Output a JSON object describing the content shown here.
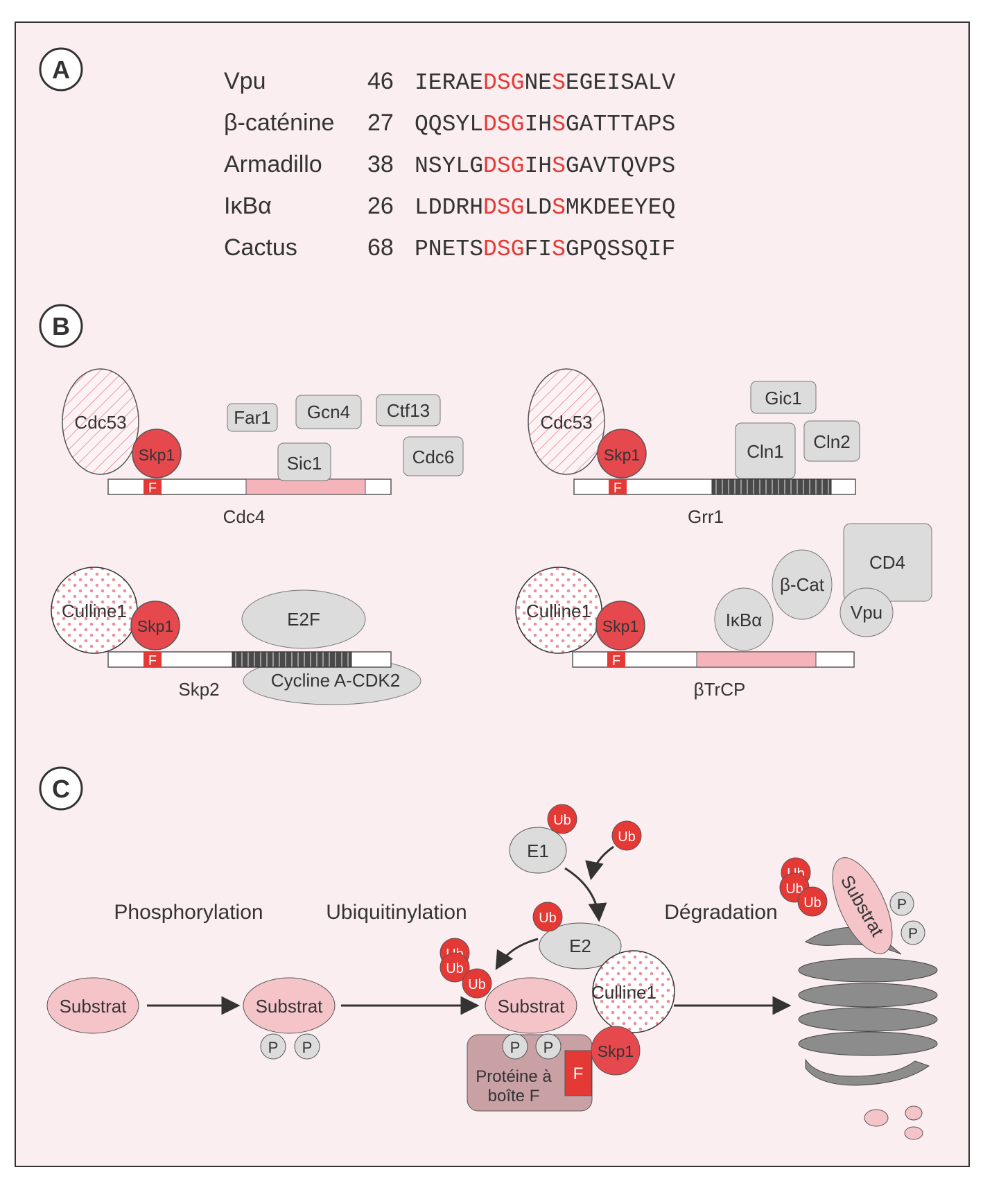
{
  "panel_labels": {
    "a": "A",
    "b": "B",
    "c": "C"
  },
  "sequences": [
    {
      "name": "Vpu",
      "start": "46",
      "pre": "IERAE",
      "motif": "DSG",
      "mid": "NE",
      "s2": "S",
      "post": "EGEISALV"
    },
    {
      "name": "β-caténine",
      "start": "27",
      "pre": "QQSYL",
      "motif": "DSG",
      "mid": "IH",
      "s2": "S",
      "post": "GATTTAPS"
    },
    {
      "name": "Armadillo",
      "start": "38",
      "pre": "NSYLG",
      "motif": "DSG",
      "mid": "IH",
      "s2": "S",
      "post": "GAVTQVPS"
    },
    {
      "name": "IκBα",
      "start": "26",
      "pre": "LDDRH",
      "motif": "DSG",
      "mid": "LD",
      "s2": "S",
      "post": "MKDEEYEQ"
    },
    {
      "name": "Cactus",
      "start": "68",
      "pre": "PNETS",
      "motif": "DSG",
      "mid": "FI",
      "s2": "S",
      "post": "GPQSSQIF"
    }
  ],
  "panel_b": {
    "cdc4": {
      "cullin": "Cdc53",
      "skp1": "Skp1",
      "fbox": "F",
      "name": "Cdc4",
      "substrates": [
        "Far1",
        "Gcn4",
        "Ctf13",
        "Sic1",
        "Cdc6"
      ]
    },
    "grr1": {
      "cullin": "Cdc53",
      "skp1": "Skp1",
      "fbox": "F",
      "name": "Grr1",
      "substrates": [
        "Gic1",
        "Cln1",
        "Cln2"
      ]
    },
    "skp2": {
      "cullin": "Culline1",
      "skp1": "Skp1",
      "fbox": "F",
      "name": "Skp2",
      "substrates": [
        "E2F",
        "Cycline A-CDK2"
      ]
    },
    "btrcp": {
      "cullin": "Culline1",
      "skp1": "Skp1",
      "fbox": "F",
      "name": "βTrCP",
      "substrates": [
        "IκBα",
        "β-Cat",
        "CD4",
        "Vpu"
      ]
    }
  },
  "panel_c": {
    "steps": [
      "Phosphorylation",
      "Ubiquitinylation",
      "Dégradation"
    ],
    "substrate": "Substrat",
    "phospho": "P",
    "ub": "Ub",
    "e1": "E1",
    "e2": "E2",
    "cullin": "Culline1",
    "skp1": "Skp1",
    "fbox": "F",
    "fbox_protein_line1": "Protéine à",
    "fbox_protein_line2": "boîte F"
  },
  "colors": {
    "background": "#fbeef0",
    "red": "#e53935",
    "pink": "#f4c4c8",
    "grey": "#dcdcdc",
    "dark_grey": "#777777",
    "text": "#333333"
  }
}
